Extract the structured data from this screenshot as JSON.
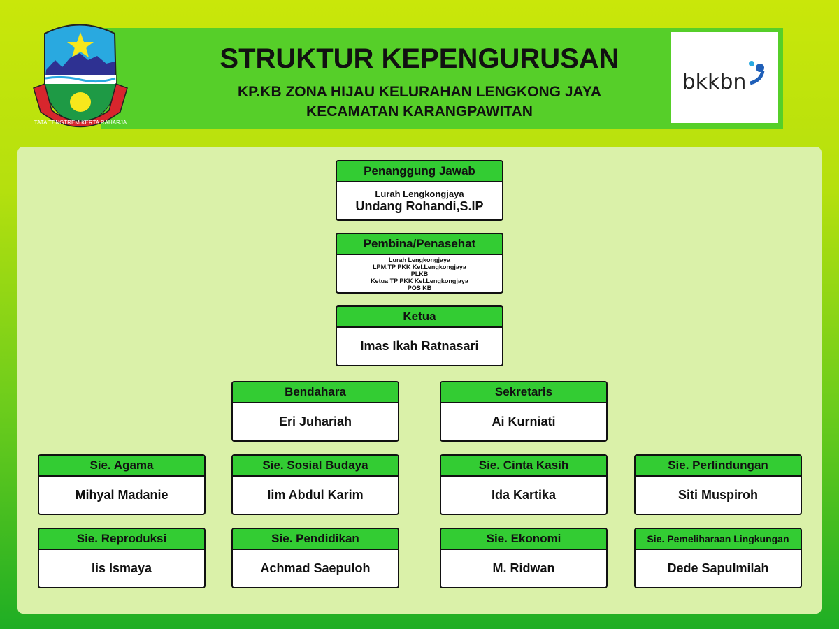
{
  "header": {
    "title": "STRUKTUR KEPENGURUSAN",
    "subtitle1": "KP.KB ZONA HIJAU KELURAHAN LENGKONG JAYA",
    "subtitle2": "KECAMATAN KARANGPAWITAN"
  },
  "emblem": {
    "motto": "TATA TENGTREM KERTA RAHARJA"
  },
  "partner_logo": {
    "text": "bkkbn"
  },
  "top": {
    "penanggung": {
      "role": "Penanggung Jawab",
      "line1": "Lurah Lengkongjaya",
      "name": "Undang Rohandi,S.IP"
    },
    "pembina": {
      "role": "Pembina/Penasehat",
      "lines": [
        "Lurah Lengkongjaya",
        "LPM.TP PKK Kel.Lengkongjaya",
        "PLKB",
        "Ketua TP PKK Kel.Lengkongjaya",
        "POS KB"
      ]
    },
    "ketua": {
      "role": "Ketua",
      "name": "Imas Ikah Ratnasari"
    },
    "bendahara": {
      "role": "Bendahara",
      "name": "Eri Juhariah"
    },
    "sekretaris": {
      "role": "Sekretaris",
      "name": "Ai Kurniati"
    }
  },
  "sections": [
    {
      "role": "Sie. Agama",
      "name": "Mihyal Madanie"
    },
    {
      "role": "Sie. Sosial Budaya",
      "name": "Iim Abdul Karim"
    },
    {
      "role": "Sie. Cinta Kasih",
      "name": "Ida Kartika"
    },
    {
      "role": "Sie. Perlindungan",
      "name": "Siti Muspiroh"
    },
    {
      "role": "Sie. Reproduksi",
      "name": "Iis Ismaya"
    },
    {
      "role": "Sie. Pendidikan",
      "name": "Achmad Saepuloh"
    },
    {
      "role": "Sie. Ekonomi",
      "name": "M. Ridwan"
    },
    {
      "role": "Sie. Pemeliharaan Lingkungan",
      "name": "Dede Sapulmilah"
    }
  ]
}
